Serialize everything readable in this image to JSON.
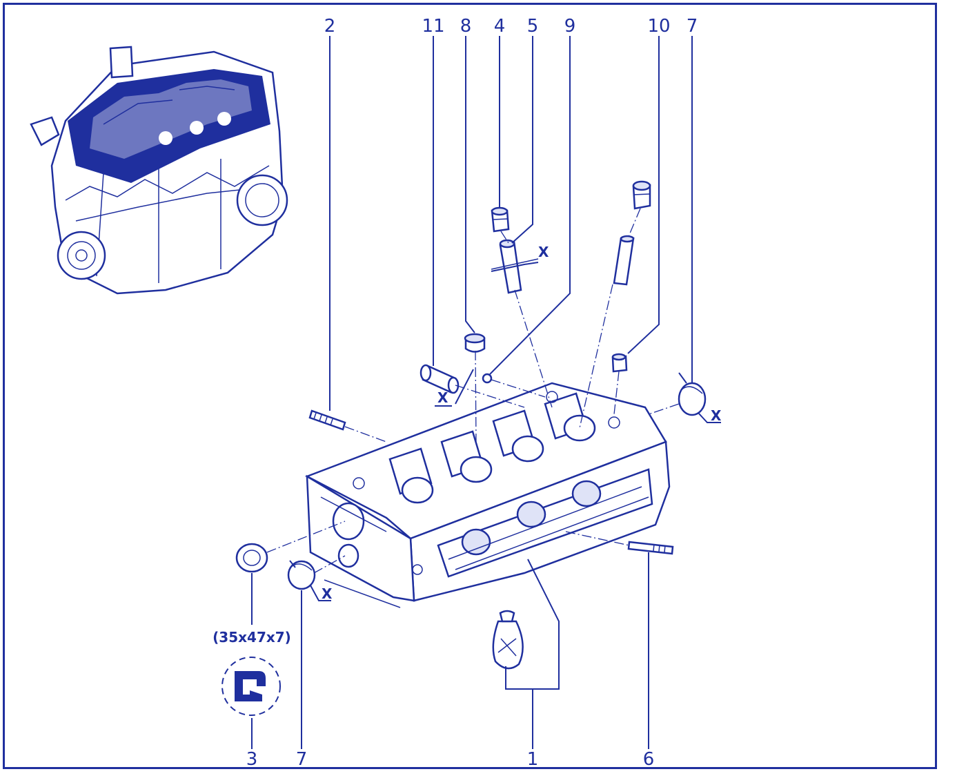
{
  "colors": {
    "ink": "#1f2f9e",
    "paper": "#ffffff"
  },
  "callouts": [
    "2",
    "11",
    "8",
    "4",
    "5",
    "9",
    "10",
    "7",
    "3",
    "7",
    "1",
    "6"
  ],
  "seal_dimension": "(35x47x7)",
  "x_marks": [
    "X",
    "X",
    "X",
    "X"
  ]
}
